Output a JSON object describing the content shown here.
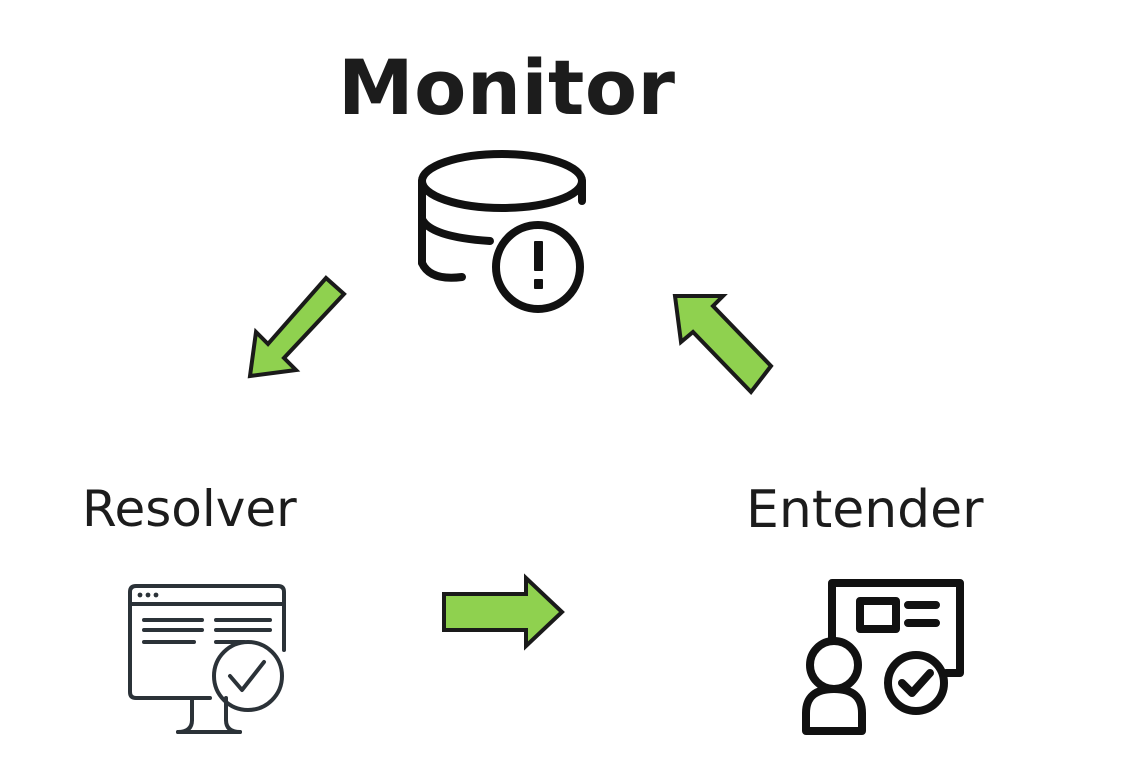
{
  "labels": {
    "monitor": "Monitor",
    "resolver": "Resolver",
    "entender": "Entender"
  },
  "icons": {
    "monitor": "database-alert-icon",
    "resolver": "monitor-check-icon",
    "entender": "presenter-check-icon"
  },
  "arrows": {
    "monitor_to_resolver": "arrow-down-left",
    "resolver_to_entender": "arrow-right",
    "entender_to_monitor": "arrow-up-left"
  },
  "colors": {
    "arrow_fill": "#8fd14f",
    "arrow_stroke": "#1a1a1a",
    "text": "#1c1c1c",
    "icon_stroke": "#111111",
    "resolver_icon_stroke": "#2b3238"
  }
}
